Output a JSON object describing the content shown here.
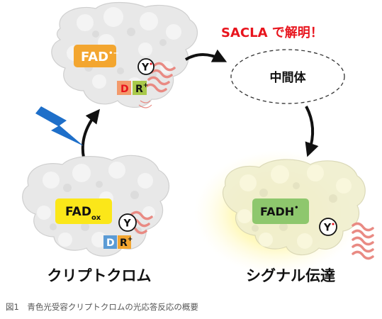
{
  "diagram": {
    "highlight": "SACLA で解明！",
    "intermediate": "中間体",
    "top_protein": {
      "fad": "FAD",
      "fad_sup": "•−",
      "y": "Y",
      "y_sup": "•",
      "d": "D",
      "r": "R",
      "r_sup": "+"
    },
    "bottom_left_protein": {
      "fad": "FAD",
      "fad_sub": "ox",
      "y": "Y",
      "d": "D",
      "r": "R",
      "r_sup": "+"
    },
    "bottom_right_protein": {
      "fad": "FADH",
      "fad_sup": "•",
      "y": "Y",
      "y_sup": "•"
    },
    "label_cryptochrome": "クリプトクロム",
    "label_signal": "シグナル伝達"
  },
  "caption": "図1　青色光受容クリプトクロムの光応答反応の概要",
  "colors": {
    "red_text": "#e8141d",
    "fad_radical": "#f3a630",
    "fad_ox": "#fbe719",
    "fadh": "#8ec76d",
    "d_box": "#f39a6c",
    "r_box": "#a8c94a",
    "d_box_blue": "#5b9bd5",
    "helix": "#e98a83",
    "lightning": "#1e6fc9"
  },
  "icons": [
    "lightning-icon",
    "arrow-icon"
  ]
}
